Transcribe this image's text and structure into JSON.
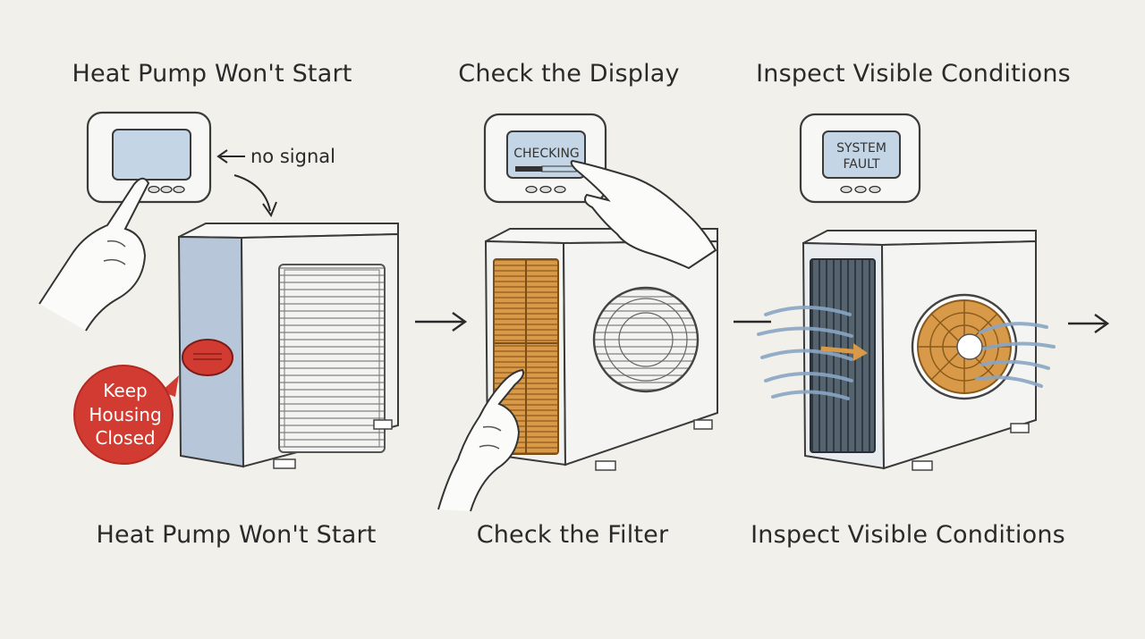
{
  "panels": [
    {
      "top_caption": "Heat Pump Won't Start",
      "bottom_caption": "Heat Pump Won't Start",
      "callout_label": "no signal",
      "warning_badge": [
        "Keep",
        "Housing",
        "Closed"
      ]
    },
    {
      "top_caption": "Check the Display",
      "bottom_caption": "Check the Filter",
      "thermostat_text": "CHECKING"
    },
    {
      "top_caption": "Inspect Visible Conditions",
      "bottom_caption": "Inspect Visible Conditions",
      "thermostat_text": [
        "SYSTEM",
        "FAULT"
      ]
    }
  ],
  "colors": {
    "background": "#f1f0ea",
    "unit_side_blue": "#b7c6d8",
    "filter_orange": "#d89a48",
    "warning_red": "#d23b31",
    "airflow_blue": "#8aa6c4",
    "screen_blue": "#c4d6e6"
  }
}
